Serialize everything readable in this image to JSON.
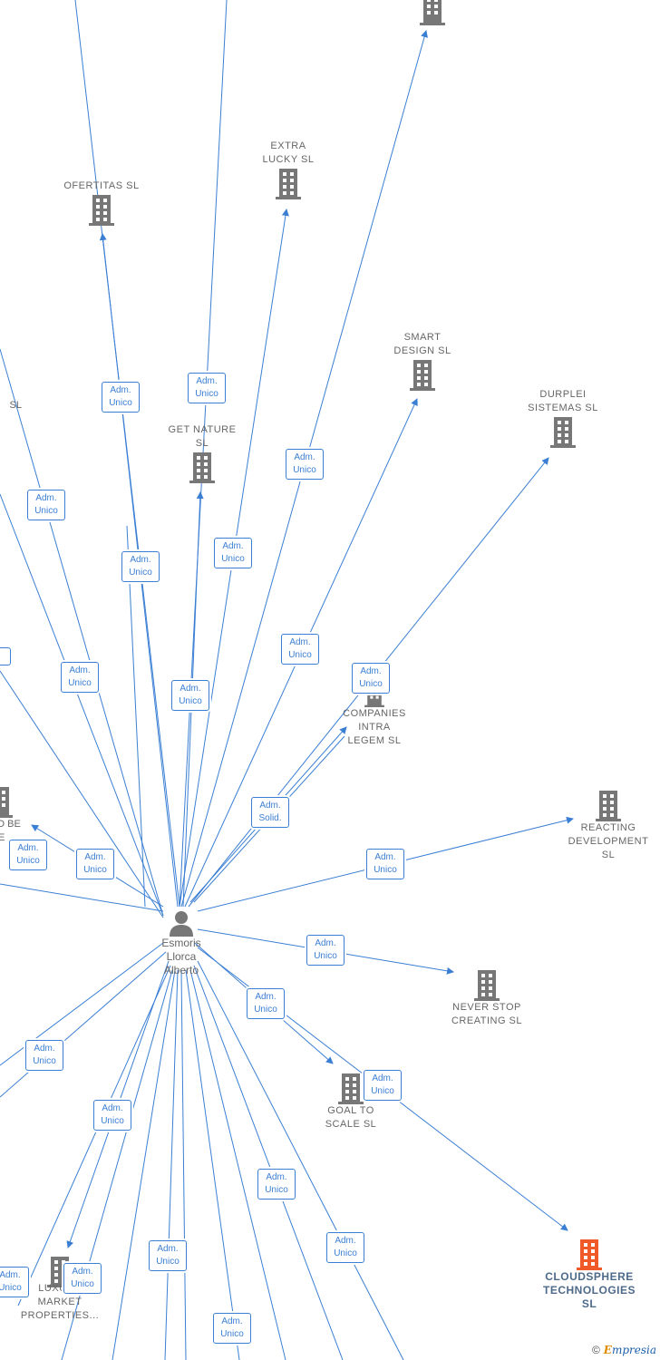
{
  "center": {
    "name": "Esmoris\nLlorca\nAlberto"
  },
  "companies": {
    "ofertitas": "OFERTITAS  SL",
    "extra_lucky": "EXTRA\nLUCKY  SL",
    "smart_design": "SMART\nDESIGN  SL",
    "durplei": "DURPLEI\nSISTEMAS  SL",
    "get_nature": "GET NATURE\nSL",
    "companies_intra": "COMPANIES\nINTRA\nLEGEM SL",
    "reacting": "REACTING\nDEVELOPMENT\nSL",
    "never_stop": "NEVER STOP\nCREATING  SL",
    "goal_to_scale": "GOAL TO\nSCALE  SL",
    "cloudsphere": "CLOUDSPHERE\nTECHNOLOGIES\nSL",
    "luxury_market": "LUXURY\nMARKET\nPROPERTIES...",
    "left_sl": "SL",
    "left_to_be": "TO BE\nCE"
  },
  "badges": {
    "adm_unico": "Adm.\nUnico",
    "adm_solid": "Adm.\nSolid.",
    "partial_left": "o"
  },
  "footer": {
    "copyright_symbol": "©",
    "brand_e": "E",
    "brand_rest": "mpresia"
  },
  "colors": {
    "edge": "#3b7fd4",
    "building": "#777777",
    "highlight": "#f05a28"
  }
}
